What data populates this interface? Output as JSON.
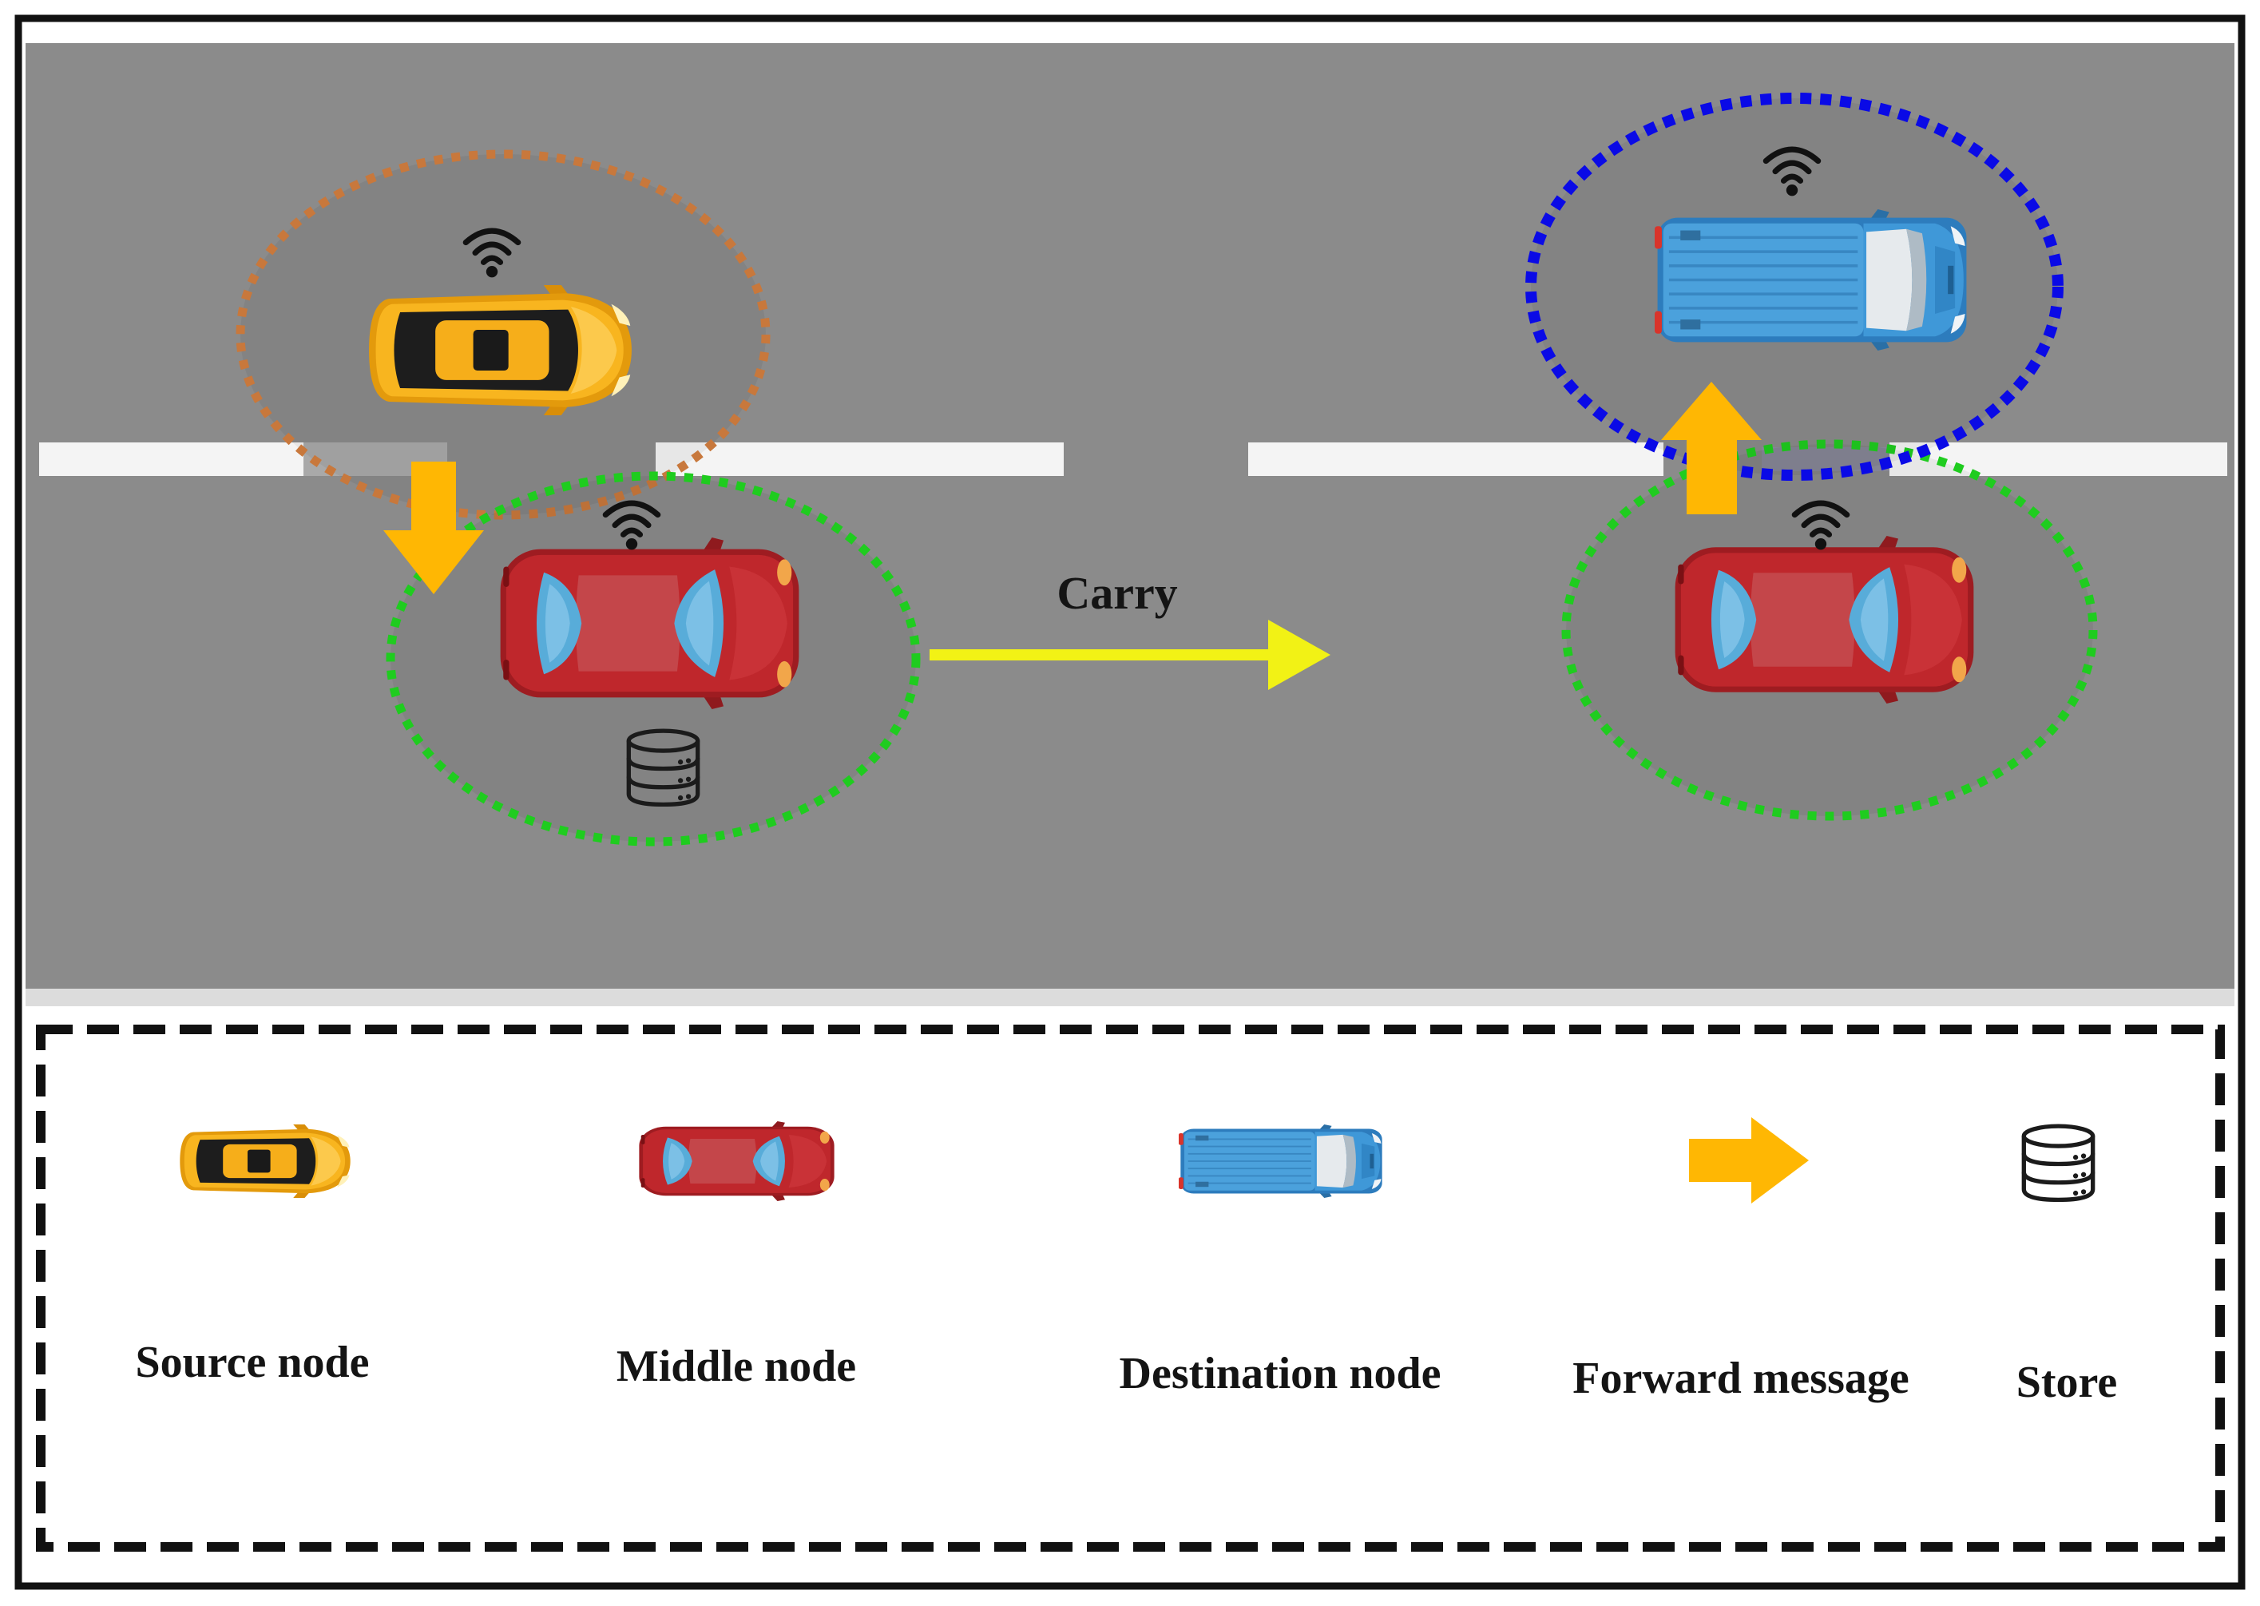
{
  "scene": {
    "carry_label": "Carry",
    "icons": {
      "source": "yellow-car-icon",
      "middle": "red-car-icon",
      "destination": "blue-van-icon",
      "signal": "wifi-icon",
      "storage": "database-icon"
    }
  },
  "legend": {
    "items": [
      {
        "label": "Source node",
        "icon": "yellow-car-icon"
      },
      {
        "label": "Middle node",
        "icon": "red-car-icon"
      },
      {
        "label": "Destination node",
        "icon": "blue-van-icon"
      },
      {
        "label": "Forward message",
        "icon": "orange-arrow-right-icon"
      },
      {
        "label": "Store",
        "icon": "database-icon"
      }
    ]
  },
  "colors": {
    "frame": "#111111",
    "road": "#8b8b8b",
    "road_edge": "#dcdcdc",
    "lane_marking": "#f4f4f4",
    "source_range": "#c8783c",
    "middle_range": "#1fcc1f",
    "destination_range": "#0a0ae6",
    "forward_arrow": "#ffb703",
    "carry_arrow": "#f2f215"
  }
}
